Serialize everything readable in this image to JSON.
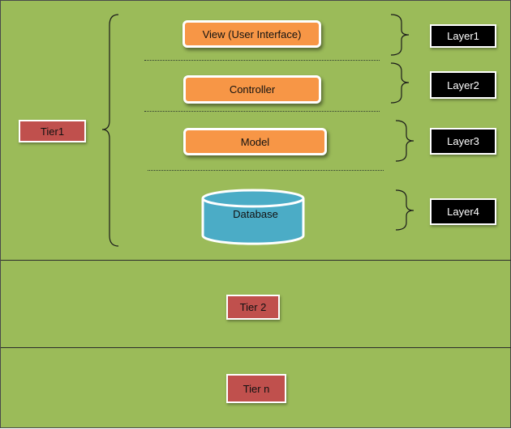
{
  "tiers": {
    "tier1": "Tier1",
    "tier2": "Tier 2",
    "tiern": "Tier n"
  },
  "components": {
    "view": "View (User Interface)",
    "controller": "Controller",
    "model": "Model",
    "database": "Database"
  },
  "layers": {
    "layer1": "Layer1",
    "layer2": "Layer2",
    "layer3": "Layer3",
    "layer4": "Layer4"
  },
  "colors": {
    "background": "#9bbb59",
    "component": "#f79646",
    "tier": "#c0504d",
    "layer": "#000000",
    "database": "#4bacc6"
  }
}
